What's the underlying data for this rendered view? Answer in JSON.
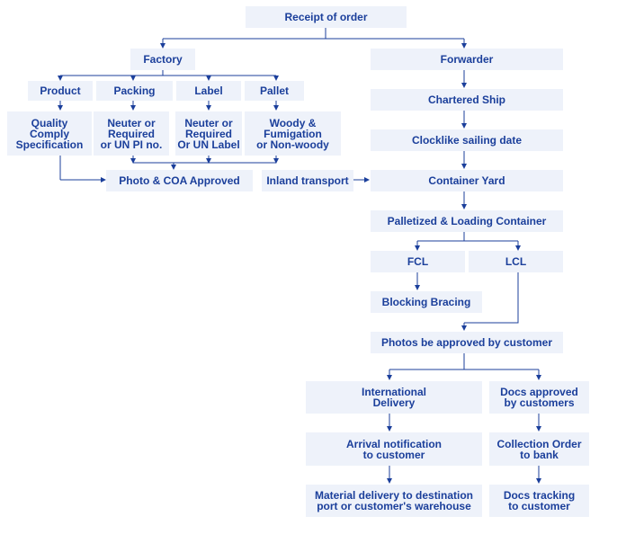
{
  "colors": {
    "box_fill": "#eef2fa",
    "text": "#1b3f9b",
    "line": "#1b3f9b"
  },
  "nodes": {
    "receipt_of_order": "Receipt of order",
    "factory": "Factory",
    "forwarder": "Forwarder",
    "product": "Product",
    "packing": "Packing",
    "label": "Label",
    "pallet": "Pallet",
    "quality": "Quality\nComply\nSpecification",
    "neuter_required_pi": "Neuter or\nRequired\nor UN PI no.",
    "neuter_required_label": "Neuter or\nRequired\nOr UN Label",
    "woody": "Woody &\nFumigation\nor Non-woody",
    "photo_coa": "Photo & COA Approved",
    "inland_transport": "Inland transport",
    "chartered_ship": "Chartered Ship",
    "clocklike": "Clocklike sailing date",
    "container_yard": "Container Yard",
    "palletized": "Palletized & Loading Container",
    "fcl": "FCL",
    "lcl": "LCL",
    "blocking_bracing": "Blocking Bracing",
    "photos_approved": "Photos be approved by customer",
    "international_delivery": "International\nDelivery",
    "docs_approved": "Docs approved\nby customers",
    "arrival_notification": "Arrival notification\nto customer",
    "collection_order": "Collection Order\nto bank",
    "material_delivery": "Material delivery to destination\nport or customer's warehouse",
    "docs_tracking": "Docs tracking\nto customer"
  }
}
